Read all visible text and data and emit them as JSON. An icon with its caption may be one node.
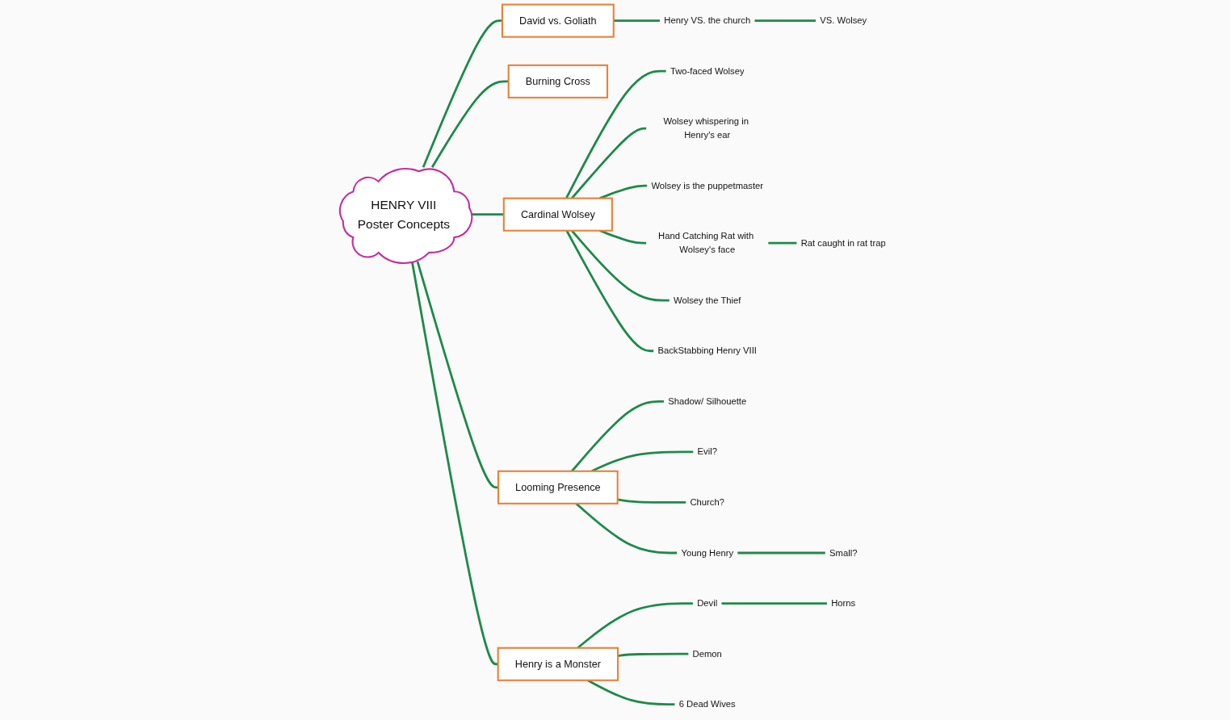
{
  "diagram": {
    "nodes": [
      {
        "text": [
          "HENRY VIII",
          "Poster Concepts"
        ]
      },
      {
        "text": [
          "David vs. Goliath"
        ]
      },
      {
        "text": [
          "Henry VS. the church"
        ]
      },
      {
        "text": [
          "VS. Wolsey"
        ]
      },
      {
        "text": [
          "Burning Cross"
        ]
      },
      {
        "text": [
          "Two-faced Wolsey"
        ]
      },
      {
        "text": [
          "Wolsey whispering in Henry's ear"
        ]
      },
      {
        "text": [
          "Cardinal Wolsey"
        ]
      },
      {
        "text": [
          "Wolsey is the puppetmaster"
        ]
      },
      {
        "text": [
          "Hand Catching Rat with Wolsey's face"
        ]
      },
      {
        "text": [
          "Rat caught in rat trap"
        ]
      },
      {
        "text": [
          "Wolsey the Thief"
        ]
      },
      {
        "text": [
          "BackStabbing Henry VIII"
        ]
      },
      {
        "text": [
          "Shadow/ Silhouette"
        ]
      },
      {
        "text": [
          "Evil?"
        ]
      },
      {
        "text": [
          "Looming Presence"
        ]
      },
      {
        "text": [
          "Church?"
        ]
      },
      {
        "text": [
          "Young Henry"
        ]
      },
      {
        "text": [
          "Small?"
        ]
      },
      {
        "text": [
          "Henry is a Monster"
        ]
      },
      {
        "text": [
          "Devil"
        ]
      },
      {
        "text": [
          "Horns"
        ]
      },
      {
        "text": [
          "Demon"
        ]
      },
      {
        "text": [
          "6 Dead Wives"
        ]
      }
    ],
    "edges": [
      {
        "from": 0,
        "to": 1,
        "arrow": "none"
      },
      {
        "from": 1,
        "to": 2,
        "arrow": "none"
      },
      {
        "from": 2,
        "to": 3,
        "arrow": "none"
      },
      {
        "from": 0,
        "to": 4,
        "arrow": "none"
      },
      {
        "from": 0,
        "to": 7,
        "arrow": "none"
      },
      {
        "from": 7,
        "to": 5,
        "arrow": "none"
      },
      {
        "from": 7,
        "to": 6,
        "arrow": "none"
      },
      {
        "from": 7,
        "to": 8,
        "arrow": "none"
      },
      {
        "from": 7,
        "to": 9,
        "arrow": "none"
      },
      {
        "from": 9,
        "to": 10,
        "arrow": "none"
      },
      {
        "from": 7,
        "to": 11,
        "arrow": "none"
      },
      {
        "from": 7,
        "to": 12,
        "arrow": "none"
      },
      {
        "from": 0,
        "to": 15,
        "arrow": "none"
      },
      {
        "from": 15,
        "to": 13,
        "arrow": "none"
      },
      {
        "from": 15,
        "to": 14,
        "arrow": "none"
      },
      {
        "from": 15,
        "to": 16,
        "arrow": "none"
      },
      {
        "from": 15,
        "to": 17,
        "arrow": "none"
      },
      {
        "from": 17,
        "to": 18,
        "arrow": "none"
      },
      {
        "from": 0,
        "to": 19,
        "arrow": "none"
      },
      {
        "from": 19,
        "to": 20,
        "arrow": "none"
      },
      {
        "from": 20,
        "to": 21,
        "arrow": "none"
      },
      {
        "from": 19,
        "to": 22,
        "arrow": "none"
      },
      {
        "from": 19,
        "to": 23,
        "arrow": "none"
      }
    ]
  }
}
